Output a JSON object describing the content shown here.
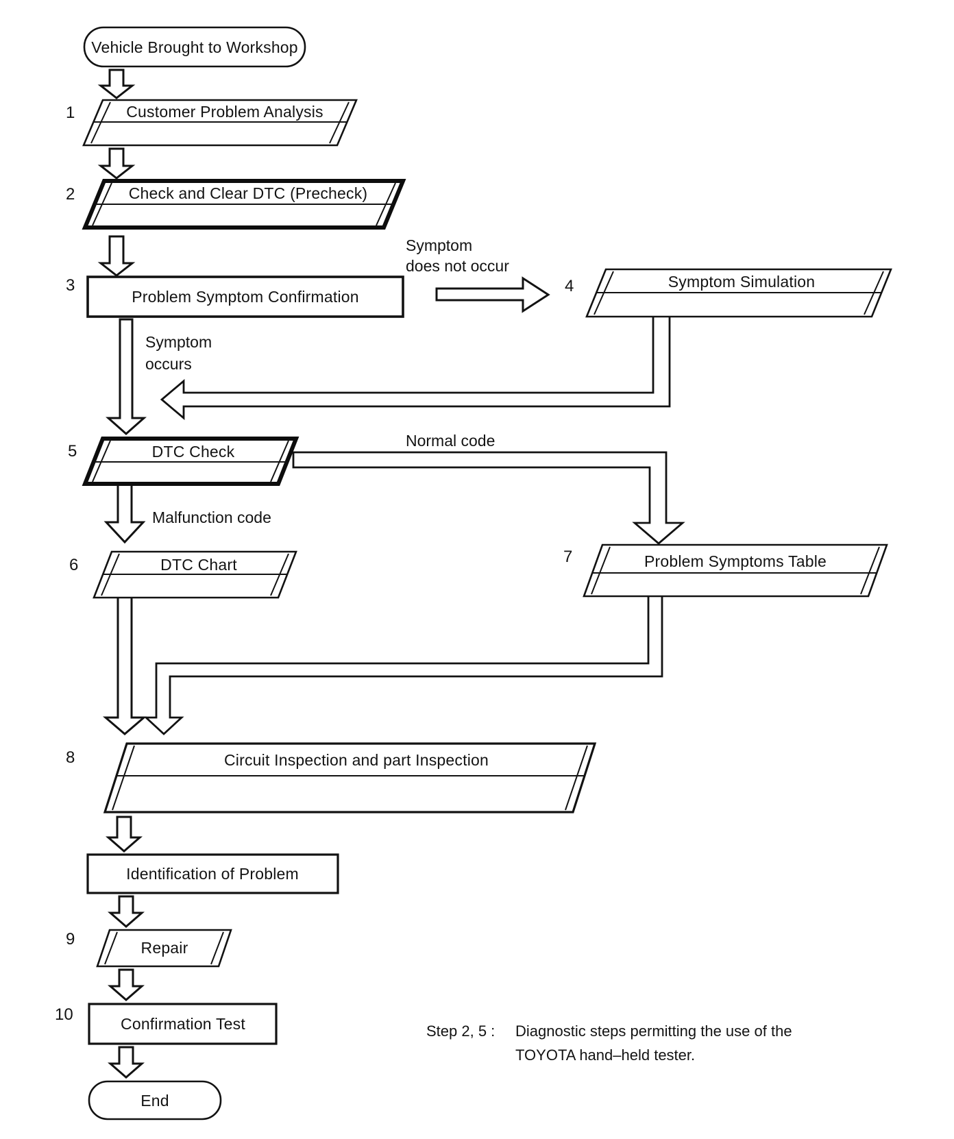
{
  "diagram": {
    "title_implicit": "Diagnostic troubleshooting flowchart",
    "start_label": "Vehicle Brought to Workshop",
    "end_label": "End",
    "identification_label": "Identification of Problem",
    "steps": [
      {
        "num": "1",
        "label": "Customer Problem Analysis"
      },
      {
        "num": "2",
        "label": "Check and Clear DTC (Precheck)"
      },
      {
        "num": "3",
        "label": "Problem Symptom Confirmation"
      },
      {
        "num": "4",
        "label": "Symptom Simulation"
      },
      {
        "num": "5",
        "label": "DTC Check"
      },
      {
        "num": "6",
        "label": "DTC Chart"
      },
      {
        "num": "7",
        "label": "Problem Symptoms Table"
      },
      {
        "num": "8",
        "label": "Circuit Inspection and part Inspection"
      },
      {
        "num": "9",
        "label": "Repair"
      },
      {
        "num": "10",
        "label": "Confirmation Test"
      }
    ],
    "edge_labels": {
      "symptom_does_not_occur": {
        "line1": "Symptom",
        "line2": "does not occur"
      },
      "symptom_occurs": {
        "line1": "Symptom",
        "line2": "occurs"
      },
      "normal_code": "Normal code",
      "malfunction_code": "Malfunction code"
    },
    "note": {
      "prefix": "Step 2, 5 :",
      "line1": "Diagnostic steps permitting the use of the",
      "line2": "TOYOTA hand–held tester."
    },
    "ink_color": "#121212",
    "paper_color": "#ffffff"
  }
}
